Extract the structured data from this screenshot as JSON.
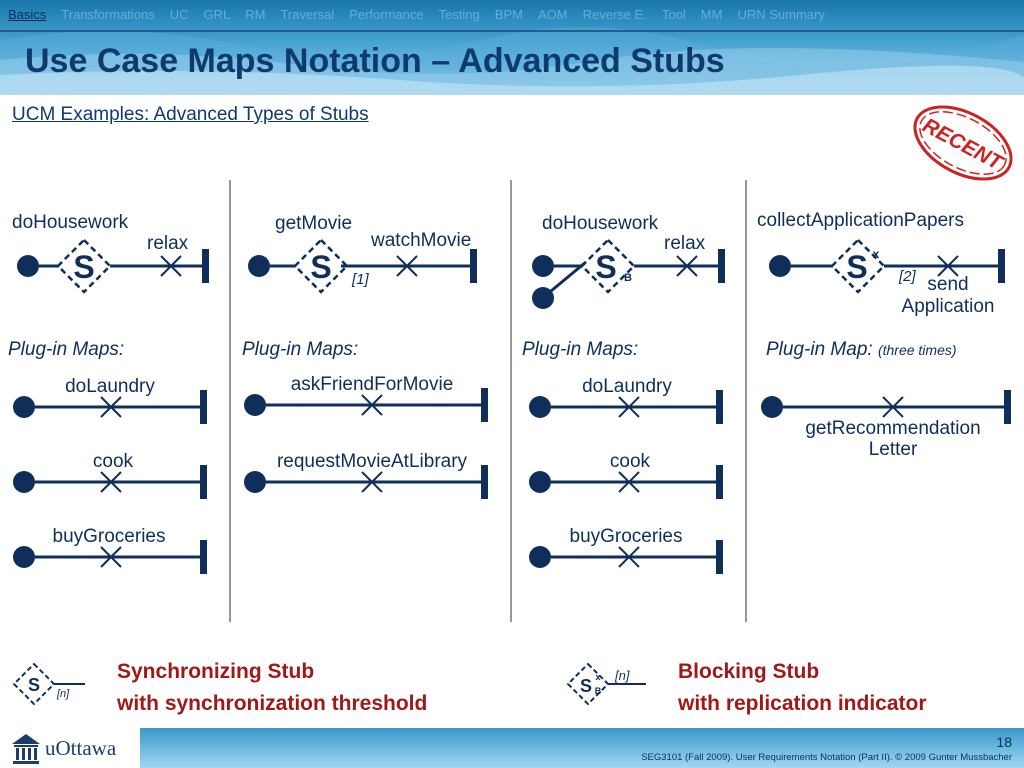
{
  "nav": {
    "items": [
      "Basics",
      "Transformations",
      "UC",
      "GRL",
      "RM",
      "Traversal",
      "Performance",
      "Testing",
      "BPM",
      "AOM",
      "Reverse E.",
      "Tool",
      "MM",
      "URN Summary"
    ],
    "active_index": 0
  },
  "header": {
    "title": "Use Case Maps Notation – Advanced Stubs"
  },
  "subtitle": "UCM Examples: Advanced Types of Stubs",
  "stamp": {
    "text": "RECENT",
    "color": "#cc2222"
  },
  "columns": [
    {
      "top_label": "doHousework",
      "stub_letter": "S",
      "responsibility": "relax",
      "plugin_heading": "Plug-in Maps:",
      "plugins": [
        "doLaundry",
        "cook",
        "buyGroceries"
      ]
    },
    {
      "top_label": "getMovie",
      "stub_letter": "S",
      "responsibility": "watchMovie",
      "threshold": "[1]",
      "plugin_heading": "Plug-in Maps:",
      "plugins": [
        "askFriendForMovie",
        "requestMovieAtLibrary"
      ]
    },
    {
      "top_label": "doHousework",
      "stub_letter": "S",
      "stub_sub": "B",
      "responsibility": "relax",
      "plugin_heading": "Plug-in Maps:",
      "plugins": [
        "doLaundry",
        "cook",
        "buyGroceries"
      ]
    },
    {
      "top_label": "collectApplicationPapers",
      "stub_letter": "S",
      "stub_sup": "x",
      "responsibility_line1": "send",
      "responsibility_line2": "Application",
      "replication": "[2]",
      "plugin_heading": "Plug-in Map:",
      "plugin_note": "(three times)",
      "plugins_line1": "getRecommendation",
      "plugins_line2": "Letter"
    }
  ],
  "legend": {
    "sync": {
      "letter": "S",
      "tag": "[n]",
      "line1": "Synchronizing Stub",
      "line2": "with synchronization threshold"
    },
    "block": {
      "letter": "S",
      "sup": "x",
      "sub": "B",
      "tag": "[n]",
      "line1": "Blocking Stub",
      "line2": "with replication indicator"
    },
    "accent_color": "#a01818"
  },
  "footer": {
    "logo_text": "uOttawa",
    "page_number": "18",
    "note": "SEG3101 (Fall 2009).   User Requirements Notation (Part II).   © 2009 Gunter Mussbacher"
  },
  "colors": {
    "navy": "#0f2f5a",
    "divider": "#333333"
  }
}
